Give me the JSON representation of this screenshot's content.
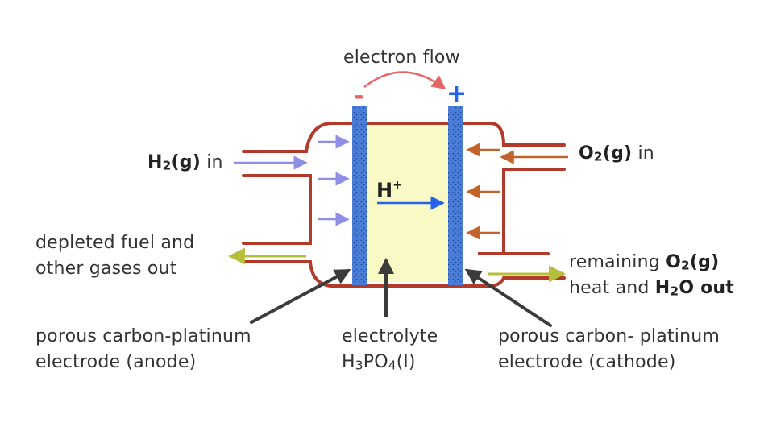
{
  "electron_flow": "electron flow",
  "minus_sign": "-",
  "plus_sign": "+",
  "h2_in": {
    "species": "H",
    "sub": "2",
    "state": "(g)",
    "suffix": " in"
  },
  "o2_in": {
    "species": "O",
    "sub": "2",
    "state": "(g)",
    "suffix": " in"
  },
  "ion": {
    "symbol": "H",
    "charge": "+"
  },
  "depleted": [
    "depleted fuel and",
    "other gases out"
  ],
  "remaining": {
    "line1_text": "remaining ",
    "line1_species": "O",
    "line1_sub": "2",
    "line1_state": "(g)",
    "line2_text": "heat and ",
    "line2_species": "H",
    "line2_sub": "2",
    "line2_rest": "O out"
  },
  "anode_label": [
    "porous carbon-platinum",
    "electrode (anode)"
  ],
  "electrolyte_label": {
    "line1": "electrolyte",
    "formula": [
      "H",
      "3",
      "PO",
      "4",
      "(l)"
    ]
  },
  "cathode_label": [
    "porous carbon- platinum",
    "electrode (cathode)"
  ],
  "colors": {
    "casing": "#b23a2a",
    "electrolyte": "#f9f9c6",
    "electrode": "#4a7ed8",
    "electrode_dots": "#1f3f8a",
    "h2_arrows": "#8f8fe6",
    "o2_arrows": "#c3622a",
    "exhaust_arrows": "#b5bf3a",
    "electron_arrow": "#e56464",
    "minus": "#e56464",
    "plus": "#2563eb",
    "ion_arrow": "#2563eb",
    "pointer": "#3b3b3b"
  }
}
